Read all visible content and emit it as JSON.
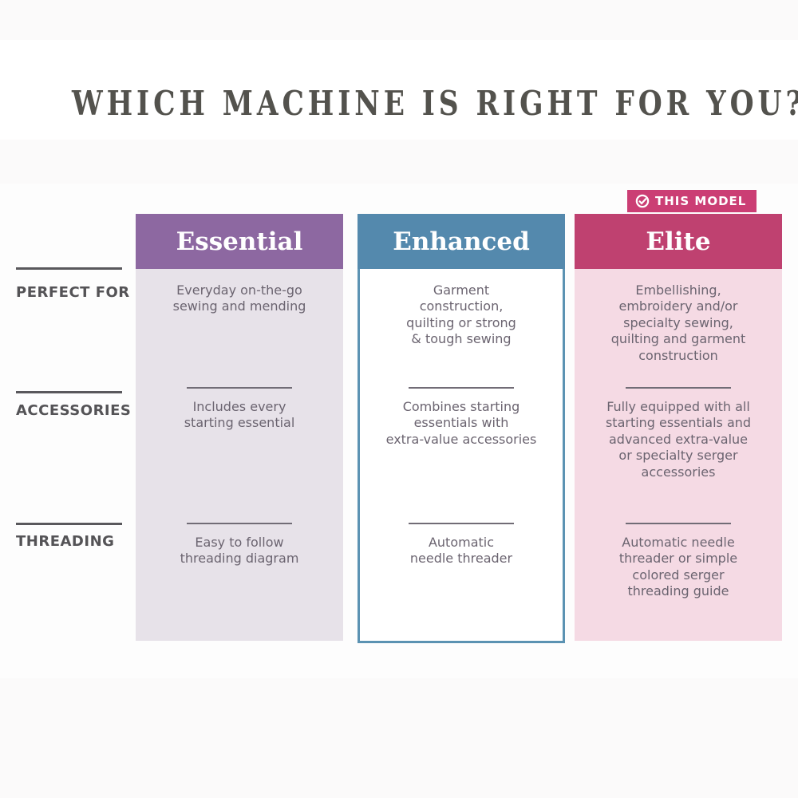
{
  "title": "WHICH MACHINE IS RIGHT FOR YOU?",
  "badge": {
    "label": "THIS MODEL",
    "icon": "check-circle-icon",
    "color": "#cb3e74"
  },
  "rows": [
    {
      "label": "PERFECT FOR"
    },
    {
      "label": "ACCESSORIES"
    },
    {
      "label": "THREADING"
    }
  ],
  "columns": [
    {
      "name": "Essential",
      "header_color": "#8d68a1",
      "body_color": "#e7e2e9",
      "perfect_for": "Everyday on-the-go\nsewing and mending",
      "accessories": "Includes every\nstarting essential",
      "threading": "Easy to follow\nthreading diagram"
    },
    {
      "name": "Enhanced",
      "header_color": "#5489ad",
      "body_color": "#ffffff",
      "border_color": "#5b92b2",
      "perfect_for": "Garment\nconstruction,\nquilting or strong\n& tough sewing",
      "accessories": "Combines starting\nessentials with\nextra-value accessories",
      "threading": "Automatic\nneedle threader"
    },
    {
      "name": "Elite",
      "header_color": "#bf4170",
      "body_color": "#f5dae4",
      "highlighted_as_this_model": true,
      "perfect_for": "Embellishing,\nembroidery and/or\nspecialty sewing,\nquilting and garment\nconstruction",
      "accessories": "Fully equipped with all\nstarting essentials and\nadvanced extra-value\nor specialty serger\naccessories",
      "threading": "Automatic needle\nthreader or simple\ncolored serger\nthreading guide"
    }
  ]
}
